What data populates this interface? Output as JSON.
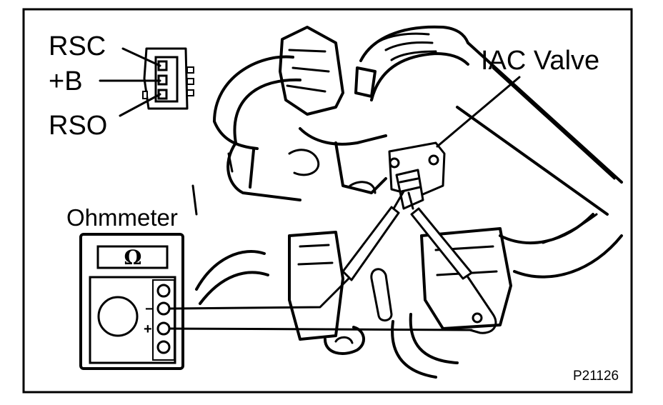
{
  "labels": {
    "rsc": "RSC",
    "plus_b": "+B",
    "rso": "RSO",
    "iac_valve": "IAC Valve",
    "ohmmeter": "Ohmmeter",
    "meter_unit": "Ω",
    "minus_terminal": "−",
    "plus_terminal": "+",
    "figure_code": "P21126"
  }
}
